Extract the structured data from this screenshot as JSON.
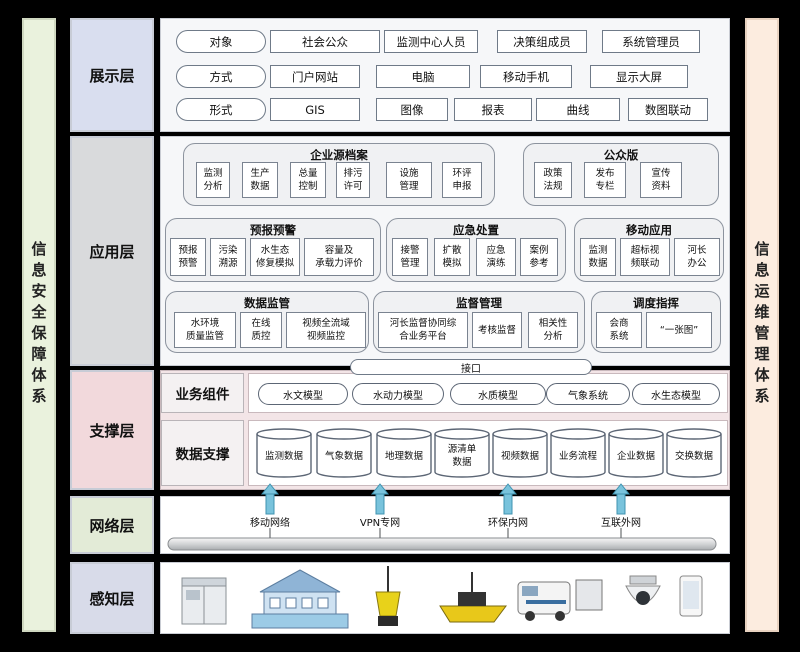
{
  "sidebars": {
    "left": "信息安全保障体系",
    "right": "信息运维管理体系"
  },
  "layers": {
    "display": "展示层",
    "application": "应用层",
    "support": "支撑层",
    "network": "网络层",
    "perception": "感知层"
  },
  "display": {
    "rows": [
      [
        "对象",
        "社会公众",
        "监测中心人员",
        "决策组成员",
        "系统管理员"
      ],
      [
        "方式",
        "门户网站",
        "电脑",
        "移动手机",
        "显示大屏"
      ],
      [
        "形式",
        "GIS",
        "图像",
        "报表",
        "曲线",
        "数图联动"
      ]
    ]
  },
  "application": {
    "enterprise": {
      "title": "企业源档案",
      "items": [
        "监测\n分析",
        "生产\n数据",
        "总量\n控制",
        "排污\n许可",
        "设施\n管理",
        "环评\n申报"
      ]
    },
    "public": {
      "title": "公众版",
      "items": [
        "政策\n法规",
        "发布\n专栏",
        "宣传\n资料"
      ]
    },
    "forecast": {
      "title": "预报预警",
      "items": [
        "预报\n预警",
        "污染\n溯源",
        "水生态\n修复模拟",
        "容量及\n承载力评价"
      ]
    },
    "emergency": {
      "title": "应急处置",
      "items": [
        "接警\n管理",
        "扩散\n模拟",
        "应急\n演练",
        "案例\n参考"
      ]
    },
    "mobile": {
      "title": "移动应用",
      "items": [
        "监测\n数据",
        "超标视\n频联动",
        "河长\n办公"
      ]
    },
    "monitoring": {
      "title": "数据监管",
      "items": [
        "水环境\n质量监管",
        "在线\n质控",
        "视频全流域\n视频监控"
      ]
    },
    "supervision": {
      "title": "监督管理",
      "items": [
        "河长监督协同综\n合业务平台",
        "考核监督",
        "相关性\n分析"
      ]
    },
    "dispatch": {
      "title": "调度指挥",
      "items": [
        "会商\n系统",
        "“一张图”"
      ]
    },
    "interface": "接口"
  },
  "support": {
    "components_label": "业务组件",
    "components": [
      "水文模型",
      "水动力模型",
      "水质模型",
      "气象系统",
      "水生态模型"
    ],
    "data_label": "数据支撑",
    "data": [
      "监测数据",
      "气象数据",
      "地理数据",
      "源清单\n数据",
      "视频数据",
      "业务流程",
      "企业数据",
      "交换数据"
    ]
  },
  "network": {
    "items": [
      "移动网络",
      "VPN专网",
      "环保内网",
      "互联外网"
    ]
  },
  "colors": {
    "display_bg": "#d9deef",
    "application_bg": "#d9dadc",
    "support_bg": "#f2d9dc",
    "network_bg": "#e3ebd7",
    "perception_bg": "#d8dbe9",
    "arrow": "#79c3dc"
  },
  "perception": {
    "devices": [
      "water-station-cabinet",
      "treatment-plant",
      "buoy",
      "unmanned-boat",
      "monitoring-vehicle",
      "dome-camera",
      "mobile-phone"
    ]
  }
}
